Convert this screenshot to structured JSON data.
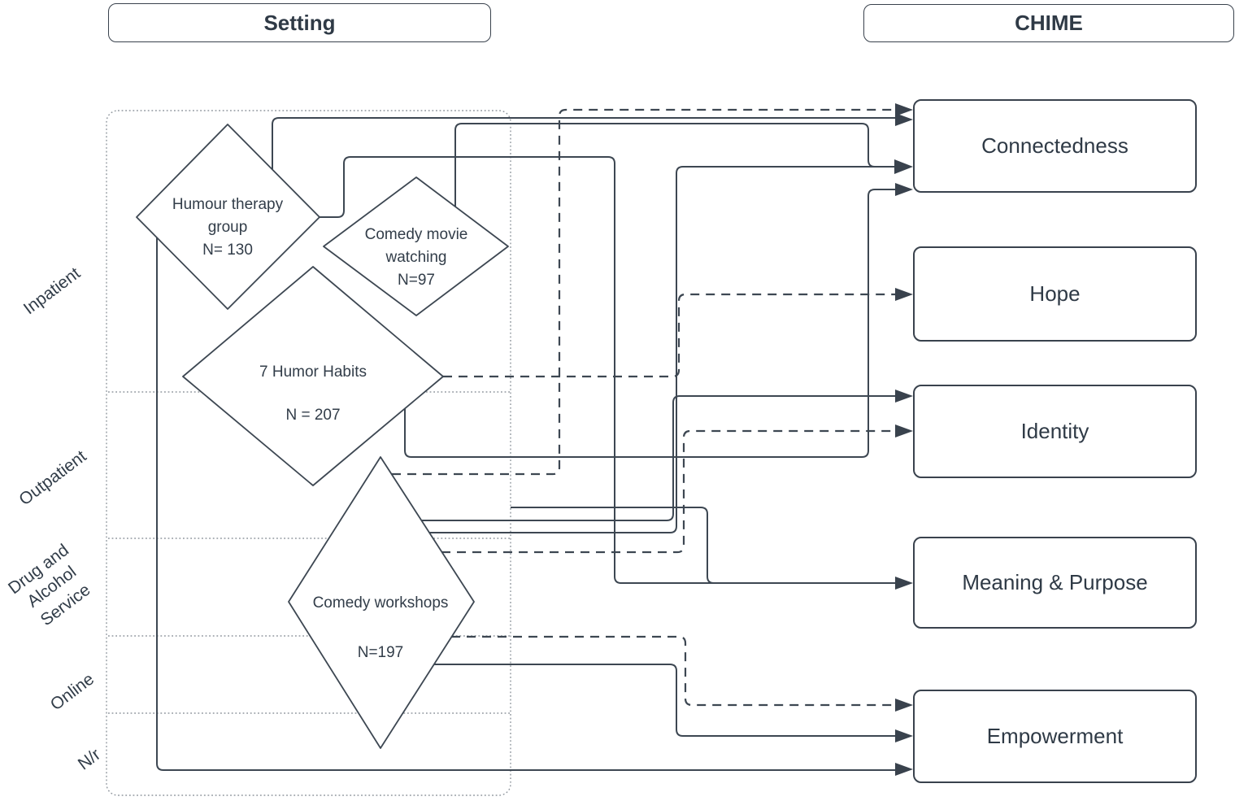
{
  "headers": {
    "setting": "Setting",
    "chime": "CHIME"
  },
  "setting_rows": [
    {
      "label": "Inpatient"
    },
    {
      "label": "Outpatient"
    },
    {
      "label": "Drug and\nAlcohol\nService"
    },
    {
      "label": "Online"
    },
    {
      "label": "N/r"
    }
  ],
  "interventions": [
    {
      "label": "Humour therapy group",
      "n": "N= 130"
    },
    {
      "label": "Comedy movie watching",
      "n": "N=97"
    },
    {
      "label": "7 Humor Habits",
      "n": "N = 207"
    },
    {
      "label": "Comedy workshops",
      "n": "N=197"
    }
  ],
  "chime_outcomes": [
    {
      "label": "Connectedness"
    },
    {
      "label": "Hope"
    },
    {
      "label": "Identity"
    },
    {
      "label": "Meaning & Purpose"
    },
    {
      "label": "Empowerment"
    }
  ],
  "connections": [
    {
      "from": "Humour therapy group",
      "to": "Connectedness",
      "style": "solid"
    },
    {
      "from": "Humour therapy group",
      "to": "Meaning & Purpose",
      "style": "solid"
    },
    {
      "from": "Humour therapy group",
      "to": "Empowerment",
      "style": "solid"
    },
    {
      "from": "Comedy movie watching",
      "to": "Connectedness",
      "style": "solid"
    },
    {
      "from": "7 Humor Habits",
      "to": "Connectedness",
      "style": "solid"
    },
    {
      "from": "7 Humor Habits",
      "to": "Hope",
      "style": "dashed"
    },
    {
      "from": "Comedy workshops",
      "to": "Connectedness",
      "style": "dashed"
    },
    {
      "from": "Comedy workshops",
      "to": "Connectedness",
      "style": "solid"
    },
    {
      "from": "Comedy workshops",
      "to": "Identity",
      "style": "solid"
    },
    {
      "from": "Comedy workshops",
      "to": "Identity",
      "style": "dashed"
    },
    {
      "from": "Comedy workshops",
      "to": "Empowerment",
      "style": "dashed"
    },
    {
      "from": "Comedy workshops",
      "to": "Empowerment",
      "style": "solid"
    },
    {
      "from": "unlabelled",
      "to": "Meaning & Purpose",
      "style": "solid"
    }
  ],
  "colors": {
    "line": "#3d4752",
    "arrowhead": "#39424d",
    "text": "#2f3a46",
    "dotted_guide": "#8f969d",
    "background": "#ffffff"
  }
}
